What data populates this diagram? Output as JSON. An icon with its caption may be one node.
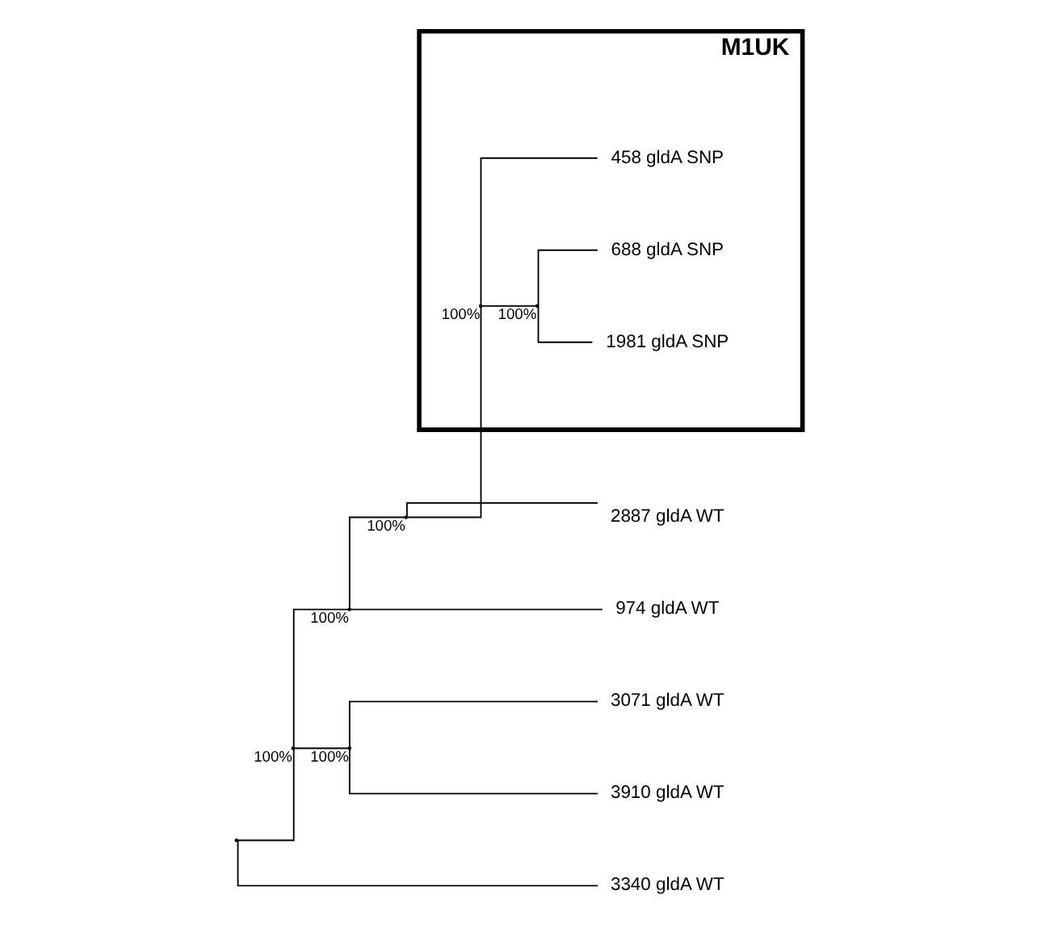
{
  "diagram": {
    "nodes": [
      {
        "text": [
          "M1UK"
        ]
      },
      {
        "text": [],
        "shape": "point"
      },
      {
        "text": [],
        "shape": "point",
        "beside": [
          "100%"
        ]
      },
      {
        "text": [],
        "shape": "point",
        "beside": [
          "100%"
        ]
      },
      {
        "text": [],
        "shape": "point",
        "beside": [
          "100%"
        ]
      },
      {
        "text": [],
        "shape": "point",
        "beside": [
          "100%"
        ],
        "in": 0
      },
      {
        "text": [],
        "shape": "point",
        "beside": [
          "100%"
        ],
        "in": 0
      },
      {
        "text": [
          "1981 gldA SNP"
        ],
        "in": 0
      },
      {
        "text": [
          "688 gldA SNP"
        ],
        "in": 0
      },
      {
        "text": [
          "458 gldA SNP"
        ],
        "in": 0
      },
      {
        "text": [
          "2887 gldA WT"
        ]
      },
      {
        "text": [
          "974 gldA WT"
        ]
      },
      {
        "text": [],
        "shape": "point",
        "beside": [
          "100%"
        ]
      },
      {
        "text": [
          "3071 gldA WT"
        ]
      },
      {
        "text": [
          "3910 gldA WT"
        ]
      },
      {
        "text": [
          "3340 gldA WT"
        ]
      }
    ],
    "edges": [
      {
        "from": 1,
        "to": 2,
        "arrow": "none"
      },
      {
        "from": 1,
        "to": 15,
        "arrow": "none"
      },
      {
        "from": 2,
        "to": 3,
        "arrow": "none"
      },
      {
        "from": 2,
        "to": 12,
        "arrow": "none"
      },
      {
        "from": 3,
        "to": 4,
        "arrow": "none"
      },
      {
        "from": 3,
        "to": 11,
        "arrow": "none"
      },
      {
        "from": 4,
        "to": 5,
        "arrow": "none"
      },
      {
        "from": 4,
        "to": 10,
        "arrow": "none"
      },
      {
        "from": 5,
        "to": 6,
        "arrow": "none"
      },
      {
        "from": 5,
        "to": 9,
        "arrow": "none"
      },
      {
        "from": 6,
        "to": 7,
        "arrow": "none"
      },
      {
        "from": 6,
        "to": 8,
        "arrow": "none"
      },
      {
        "from": 12,
        "to": 13,
        "arrow": "none"
      },
      {
        "from": 12,
        "to": 14,
        "arrow": "none"
      }
    ]
  }
}
